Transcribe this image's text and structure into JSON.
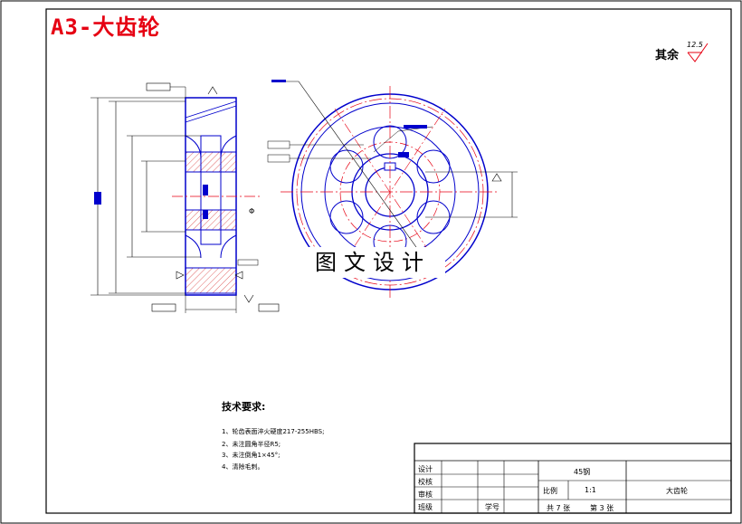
{
  "title": "A3-大齿轮",
  "watermark": "图文设计",
  "roughness": {
    "label": "其余",
    "value": "12.5"
  },
  "tech_requirements": {
    "title": "技术要求:",
    "items": [
      "1、轮齿表面淬火硬度217-255HBS;",
      "2、未注圆角半径R5;",
      "3、未注倒角1×45°;",
      "4、清除毛刺。"
    ]
  },
  "title_block": {
    "material": "45钢",
    "part_name": "大齿轮",
    "scale_label": "比例",
    "scale_value": "1:1",
    "sheets": "共 7 张",
    "sheet_no": "第 3 张",
    "rows": [
      "设计",
      "校核",
      "审核",
      "班级"
    ],
    "student_no": "学号"
  },
  "colors": {
    "outline": "#0000cc",
    "center": "#e60012",
    "dim": "#000000",
    "title": "#e60012"
  }
}
